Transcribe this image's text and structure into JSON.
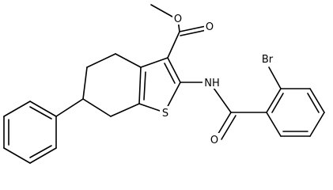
{
  "molecule": {
    "atoms": {
      "ester_o_methoxy": "O",
      "ester_o_carbonyl": "O",
      "thiophene_s": "S",
      "amide_nh": "NH",
      "amide_o": "O",
      "bromine": "Br"
    }
  }
}
